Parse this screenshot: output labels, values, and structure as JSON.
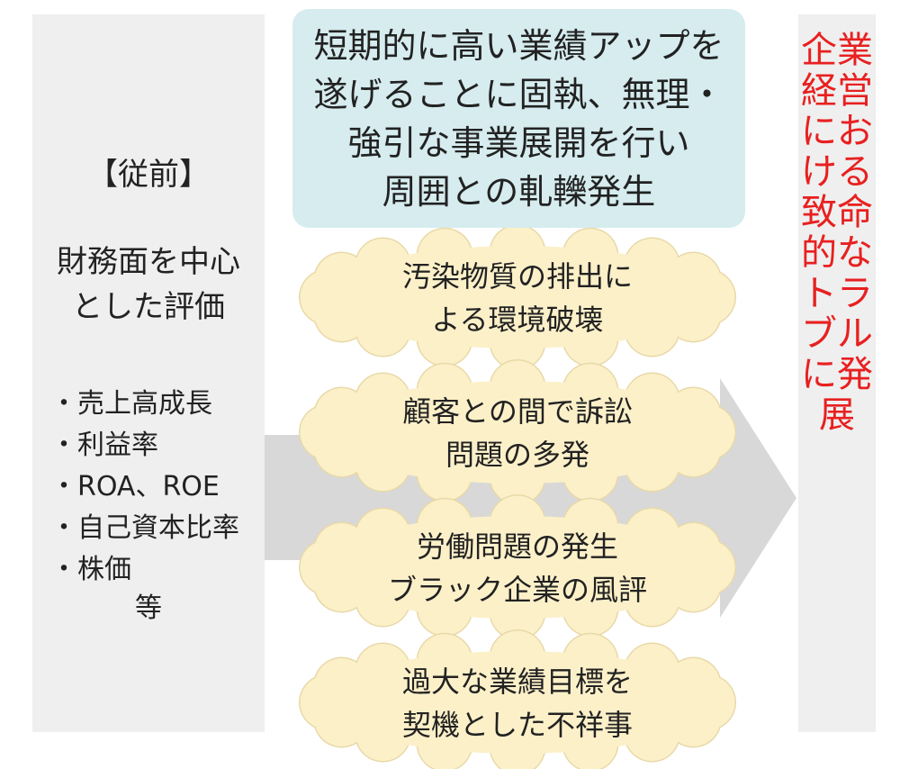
{
  "left_panel": {
    "heading": "【従前】",
    "subheading_line1": "財務面を中心",
    "subheading_line2": "とした評価",
    "items": [
      "・売上高成長",
      "・利益率",
      "・ROA、ROE",
      "・自己資本比率",
      "・株価"
    ],
    "etc": "等"
  },
  "top_box": {
    "text": "短期的に高い業績アップを\n遂げることに固執、無理・\n強引な事業展開を行い\n周囲との軋轢発生"
  },
  "clouds": [
    {
      "text": "汚染物質の排出に\nよる環境破壊"
    },
    {
      "text": "顧客との間で訴訟\n問題の多発"
    },
    {
      "text": "労働問題の発生\nブラック企業の風評"
    },
    {
      "text": "過大な業績目標を\n契機とした不祥事"
    }
  ],
  "right_panel": {
    "text": "企業経営における致命的なトラブルに発展"
  },
  "colors": {
    "panel_bg": "#efefef",
    "top_box_bg": "#d6ecef",
    "cloud_fill": "#fcf0c9",
    "cloud_stroke": "#e8d9a8",
    "arrow": "#d8d8d8",
    "right_text": "#e82020"
  }
}
